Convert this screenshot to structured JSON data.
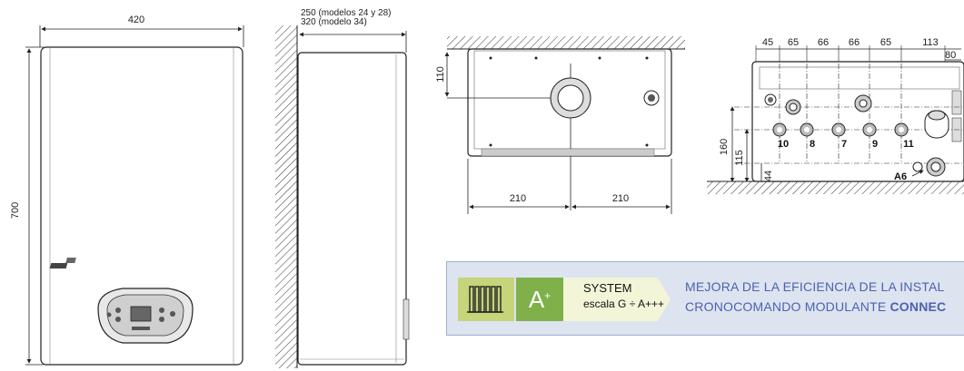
{
  "front_view": {
    "width_label": "420",
    "height_label": "700"
  },
  "side_view": {
    "depth_label_1": "250 (modelos 24 y 28)",
    "depth_label_2": "320 (modelo 34)"
  },
  "top_view": {
    "offset_label": "110",
    "left_half_label": "210",
    "right_half_label": "210"
  },
  "connections_view": {
    "top_spacings": [
      "45",
      "65",
      "66",
      "66",
      "65",
      "113"
    ],
    "right_spacing": "80",
    "heights": [
      "160",
      "115",
      "44"
    ],
    "connection_numbers": [
      "10",
      "8",
      "7",
      "9",
      "11"
    ],
    "a6_label": "A6"
  },
  "energy_banner": {
    "energy_class": "A",
    "energy_class_sup": "+",
    "system_label": "SYSTEM",
    "scale_label": "escala G ÷ A+++",
    "line1": "MEJORA DE LA EFICIENCIA DE LA INSTAL",
    "line2_prefix": "CRONOCOMANDO MODULANTE ",
    "line2_bold": "CONNEC",
    "colors": {
      "banner_bg": "#dde3ef",
      "class_green": "#7fb04a",
      "radiator_bg": "#c6d47a",
      "text_blue": "#4a63b0"
    }
  }
}
